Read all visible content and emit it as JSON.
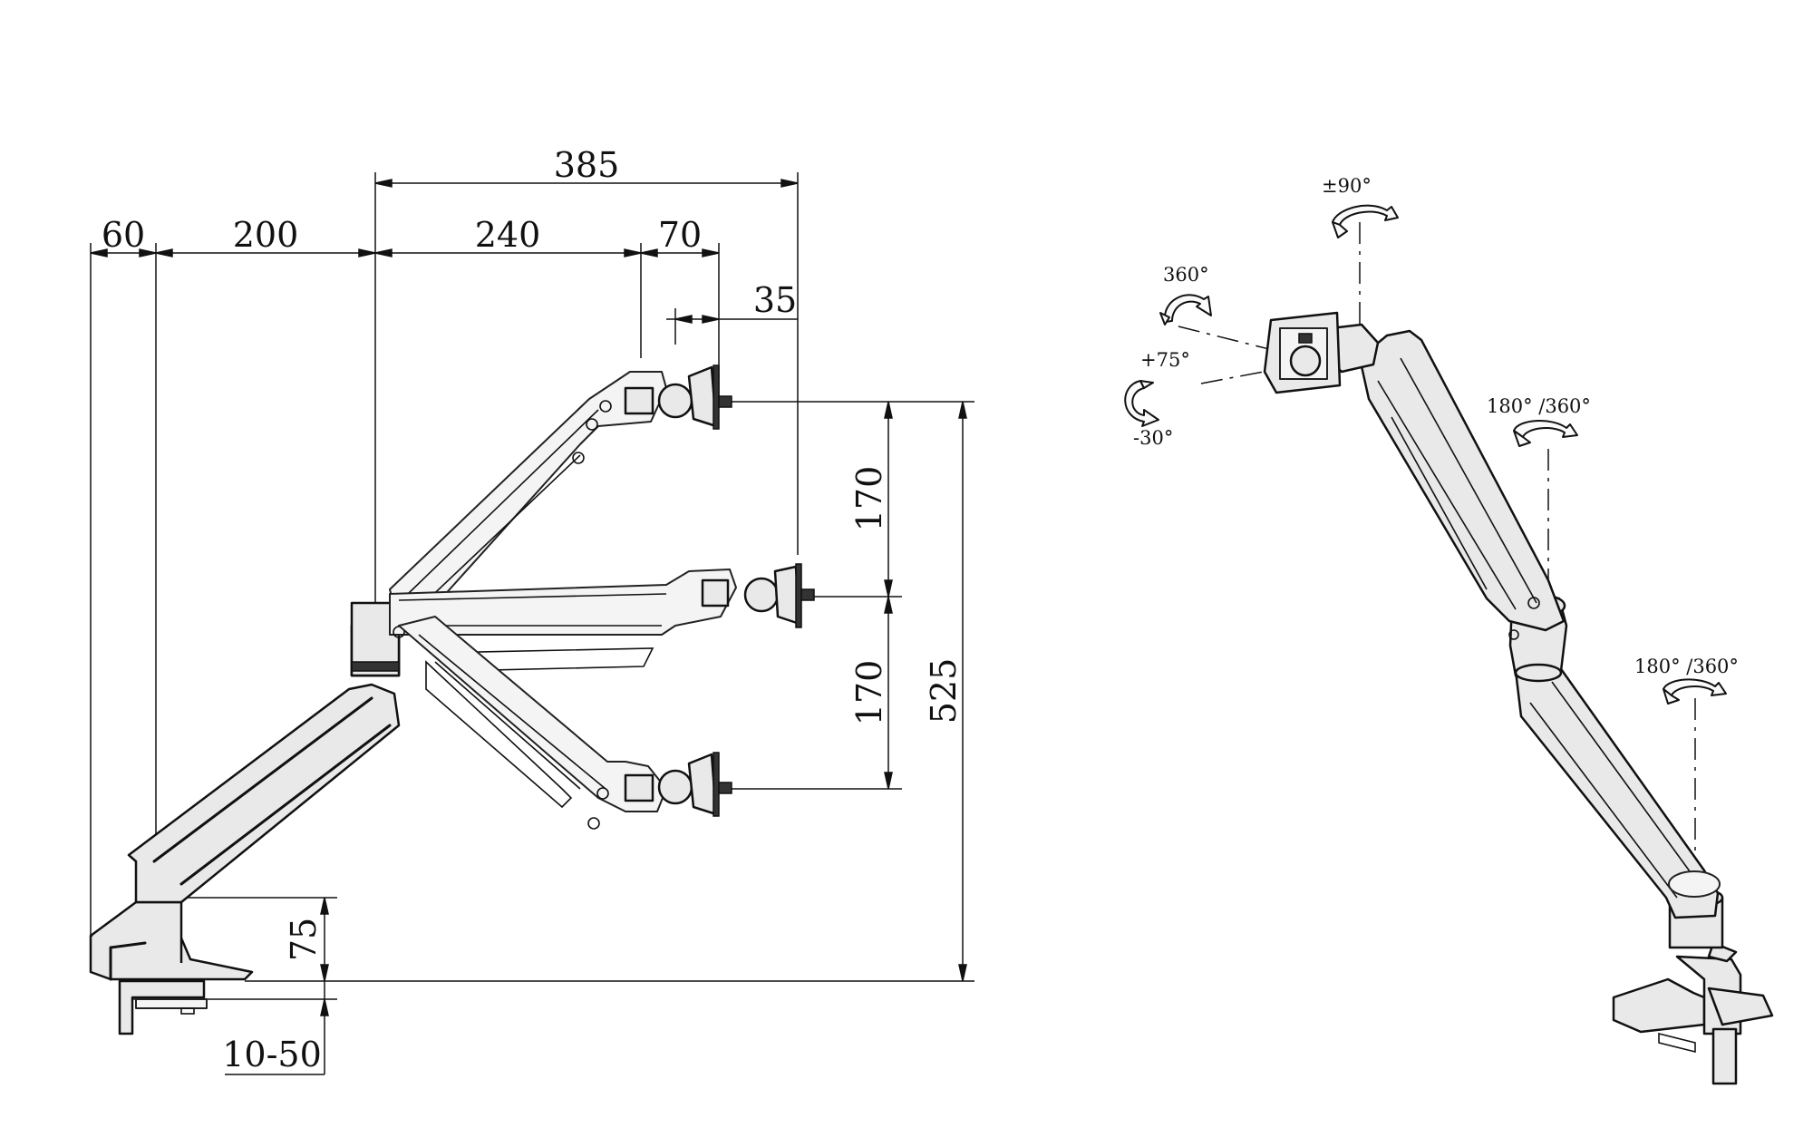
{
  "dimensions": {
    "width_385": "385",
    "width_60": "60",
    "width_200": "200",
    "width_240": "240",
    "width_70": "70",
    "width_35": "35",
    "height_170_top": "170",
    "height_170_bottom": "170",
    "height_525": "525",
    "height_75": "75",
    "clamp_range": "10-50"
  },
  "rotations": {
    "tilt_90": "±90°",
    "rotate_360": "360°",
    "tilt_up": "+75°",
    "tilt_down": "-30°",
    "swivel_upper": "180° /360°",
    "swivel_lower": "180° /360°"
  }
}
